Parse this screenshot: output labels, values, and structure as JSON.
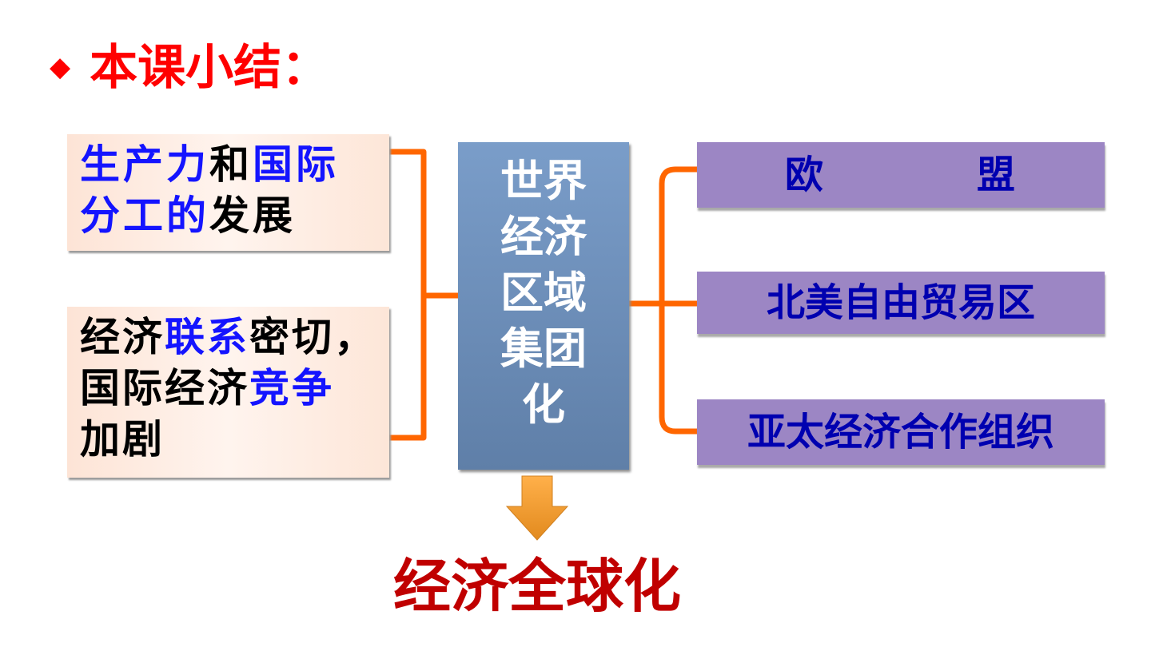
{
  "title": {
    "bullet": "◆",
    "text": "本课小结："
  },
  "left_box_1": {
    "parts": [
      {
        "text": "生产力",
        "color": "blue"
      },
      {
        "text": "和",
        "color": "black"
      },
      {
        "text": "国际",
        "color": "blue"
      },
      {
        "text": "分工的",
        "color": "blue"
      },
      {
        "text": "发展",
        "color": "black"
      }
    ]
  },
  "left_box_2": {
    "parts": [
      {
        "text": "经济",
        "color": "black"
      },
      {
        "text": "联系",
        "color": "blue"
      },
      {
        "text": "密切，",
        "color": "black"
      },
      {
        "text": "国际经济",
        "color": "black"
      },
      {
        "text": "竞争",
        "color": "blue"
      },
      {
        "text": "加剧",
        "color": "black"
      }
    ]
  },
  "center": {
    "lines": [
      "世界",
      "经济",
      "区域",
      "集团",
      "化"
    ]
  },
  "right": {
    "eu_left": "欧",
    "eu_right": "盟",
    "nafta": "北美自由贸易区",
    "apec": "亚太经济合作组织"
  },
  "bottom": {
    "text": "经济全球化"
  },
  "colors": {
    "title": "#ff0000",
    "blue_text": "#1414ff",
    "connector": "#ff6600",
    "center_box": "#6d8fbb",
    "right_box": "#9c86c4",
    "right_text": "#0000b0",
    "bottom_text": "#c00000",
    "arrow": "#f09030"
  }
}
